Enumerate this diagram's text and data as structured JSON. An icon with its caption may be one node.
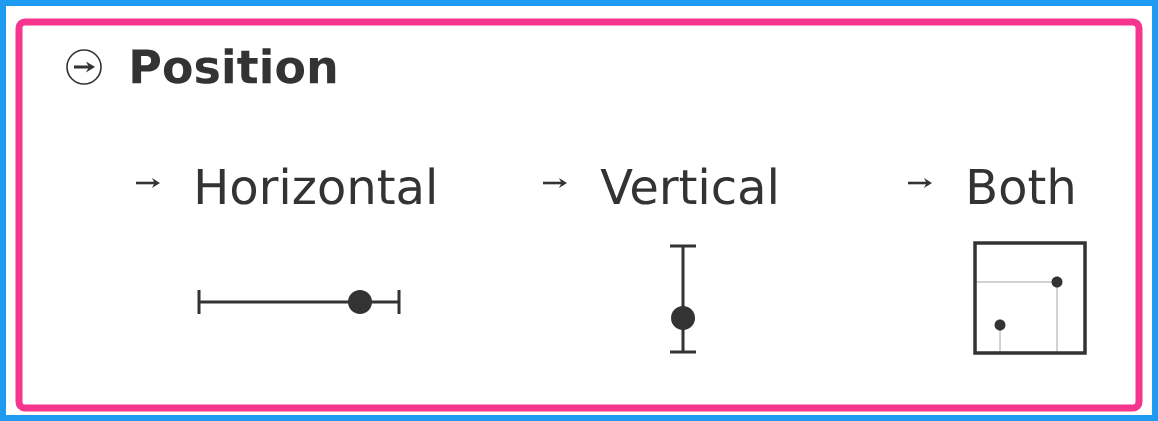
{
  "diagram": {
    "title": "Position",
    "labels": [
      "Horizontal",
      "Vertical",
      "Both"
    ]
  }
}
